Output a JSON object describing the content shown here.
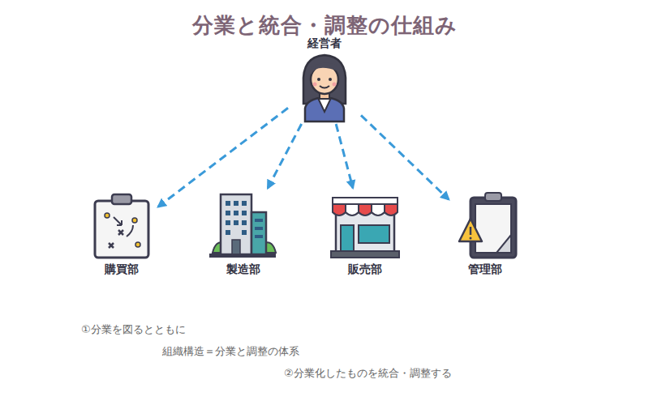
{
  "diagram": {
    "title": "分業と統合・調整の仕組み",
    "nodes": [
      {
        "text": [
          "経営者"
        ]
      },
      {
        "text": [
          "購買部"
        ]
      },
      {
        "text": [
          "製造部"
        ]
      },
      {
        "text": [
          "販売部"
        ]
      },
      {
        "text": [
          "管理部"
        ]
      }
    ],
    "edges": [
      {
        "from": 0,
        "to": 1,
        "arrow": "to"
      },
      {
        "from": 0,
        "to": 2,
        "arrow": "to"
      },
      {
        "from": 0,
        "to": 3,
        "arrow": "to"
      },
      {
        "from": 0,
        "to": 4,
        "arrow": "to"
      }
    ],
    "labels": [
      "①分業を図るとともに",
      "組織構造＝分業と調整の体系",
      "②分業化したものを統合・調整する"
    ]
  }
}
